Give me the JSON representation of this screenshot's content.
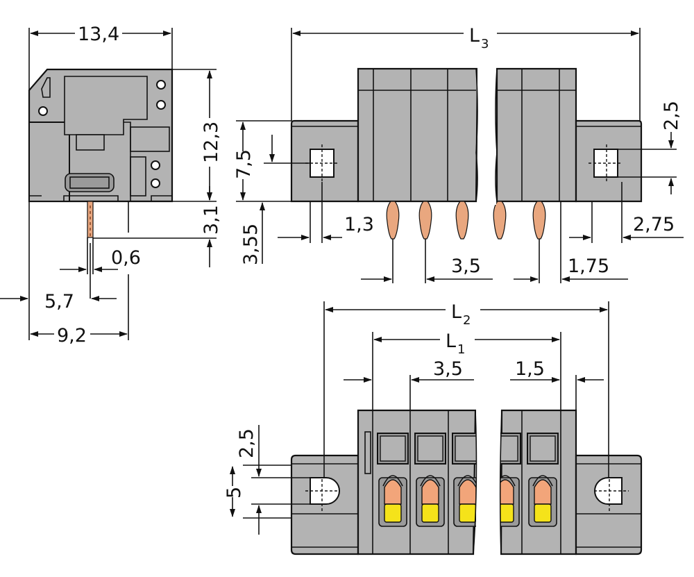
{
  "colors": {
    "housing": "#b3b3b3",
    "housing_dark": "#9a9a9a",
    "pin": "#e9a77f",
    "actuator_orange": "#f2a57a",
    "actuator_yellow": "#f5e31a",
    "line": "#111111"
  },
  "side_view": {
    "width_dim": "13,4",
    "height_dim": "12,3",
    "pin_length_dim": "3,1",
    "pin_width_dim": "0,6",
    "pin_offset_dim": "5,7",
    "depth_dim": "9,2"
  },
  "front_view": {
    "overall_length": {
      "label": "L",
      "sub": "3"
    },
    "flange_height_dim": "7,5",
    "hole_offset_right_dim": "2,5",
    "pin_below_dim": "3,55",
    "hole_width_dim": "1,3",
    "pitch_dim": "3,5",
    "end_pin_dim": "1,75",
    "hole_edge_dim": "2,75"
  },
  "top_view": {
    "length_l2": {
      "label": "L",
      "sub": "2"
    },
    "length_l1": {
      "label": "L",
      "sub": "1"
    },
    "pitch_dim": "3,5",
    "end_dim": "1,5",
    "hole_offset_dim": "2,5",
    "hole_diameter_dim": "5"
  }
}
